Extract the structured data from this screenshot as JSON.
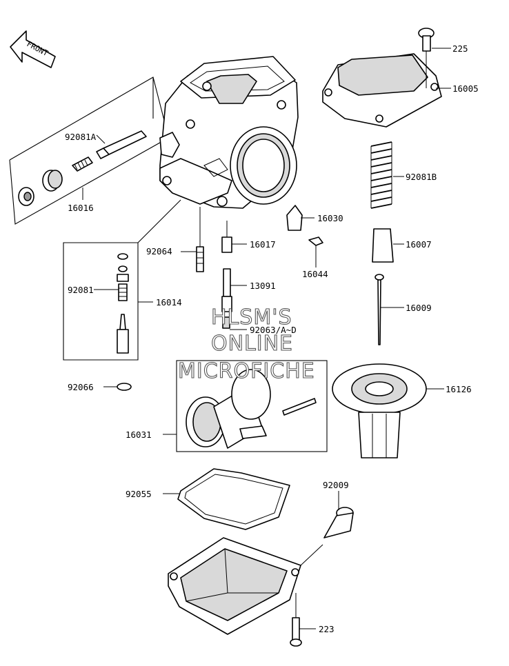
{
  "direction_label": "FRONT",
  "watermark": {
    "line1": "HLSM'S",
    "line2": "ONLINE",
    "line3": "MICROFICHE"
  },
  "parts": {
    "p225": "225",
    "p16005": "16005",
    "p92081A": "92081A",
    "p16016": "16016",
    "p92081B": "92081B",
    "p16030": "16030",
    "p16007": "16007",
    "p92064": "92064",
    "p16017": "16017",
    "p16044": "16044",
    "p92081": "92081",
    "p16014": "16014",
    "p13091": "13091",
    "p16009": "16009",
    "p92063": "92063/A~D",
    "p92066": "92066",
    "p16126": "16126",
    "p16031": "16031",
    "p92055": "92055",
    "p92009": "92009",
    "p223": "223"
  }
}
